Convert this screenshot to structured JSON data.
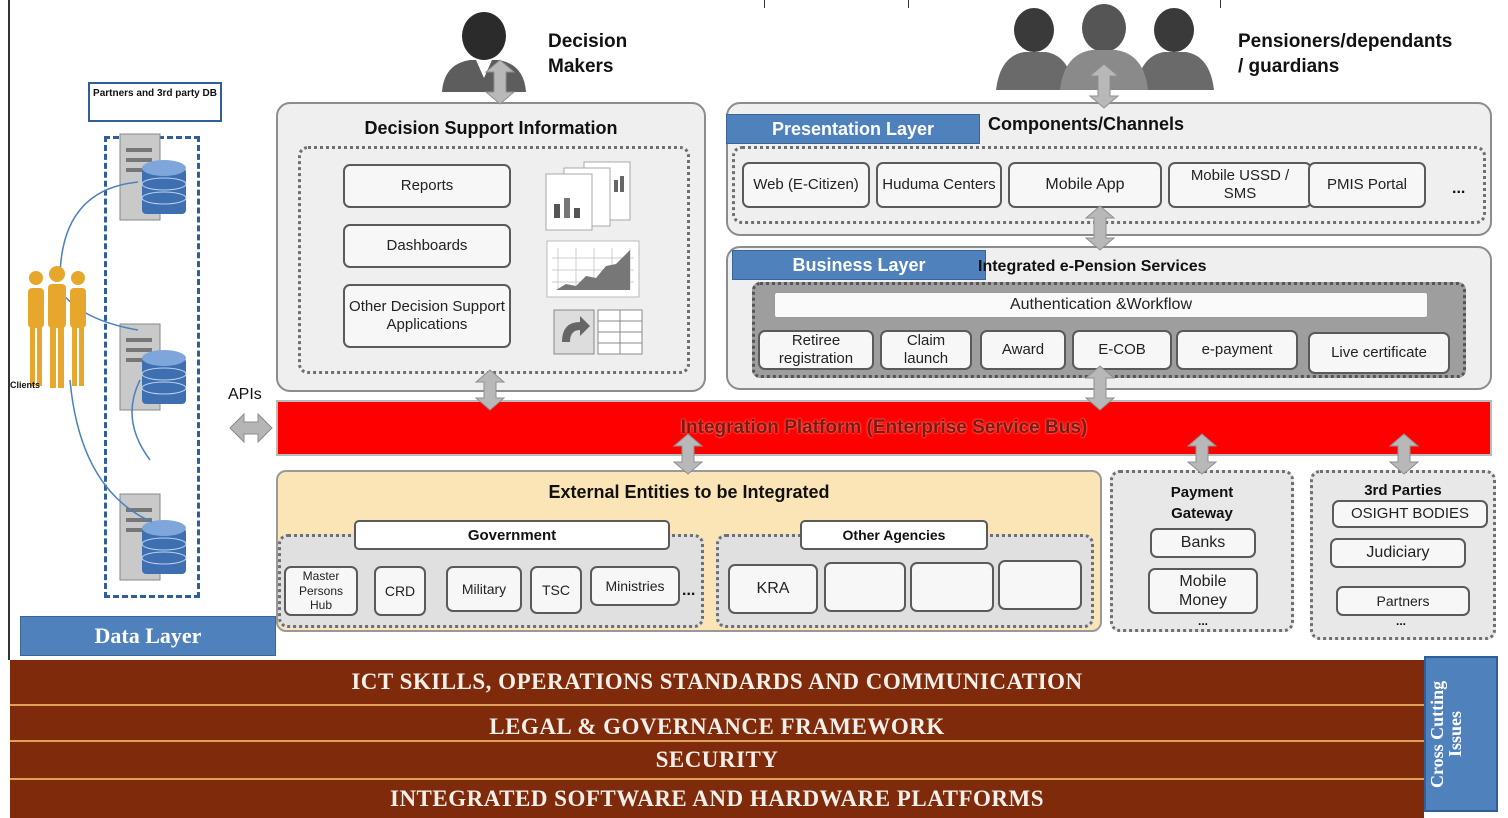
{
  "top": {
    "decision_makers": "Decision\nMakers",
    "pensioners": "Pensioners/dependants\n/ guardians"
  },
  "data_layer": {
    "db_label": "Partners and 3rd party DB",
    "clients_label": "Clients",
    "title": "Data Layer",
    "apis": "APIs"
  },
  "decision_support": {
    "title": "Decision Support Information",
    "items": [
      "Reports",
      "Dashboards",
      "Other Decision Support Applications"
    ]
  },
  "presentation": {
    "layer_label": "Presentation  Layer",
    "title": "Components/Channels",
    "channels": [
      "Web (E-Citizen)",
      "Huduma Centers",
      "Mobile App",
      "Mobile USSD / SMS",
      "PMIS Portal",
      "..."
    ]
  },
  "business": {
    "layer_label": "Business Layer",
    "title": "Integrated e-Pension Services",
    "auth": "Authentication  &Workflow",
    "services": [
      "Retiree registration",
      "Claim launch",
      "Award",
      "E-COB",
      "e-payment",
      "Live certificate"
    ]
  },
  "integration": {
    "title": "Integration Platform (Enterprise Service Bus)"
  },
  "external": {
    "title": "External Entities to be Integrated",
    "government_label": "Government",
    "government_items": [
      "Master Persons Hub",
      "CRD",
      "Military",
      "TSC",
      "Ministries",
      "..."
    ],
    "agencies_label": "Other Agencies",
    "agencies_items": [
      "KRA",
      "",
      "",
      ""
    ]
  },
  "payment": {
    "title": "Payment Gateway",
    "items": [
      "Banks",
      "Mobile Money",
      "..."
    ]
  },
  "third_parties": {
    "title": "3rd Parties",
    "items": [
      "OSIGHT BODIES",
      "Judiciary",
      "Partners",
      "..."
    ]
  },
  "bands": [
    "ICT  SKILLS, OPERATIONS STANDARDS AND COMMUNICATION",
    "LEGAL & GOVERNANCE FRAMEWORK",
    "SECURITY",
    "INTEGRATED SOFTWARE AND HARDWARE PLATFORMS"
  ],
  "cross_cutting": "Cross Cutting Issues",
  "colors": {
    "bus": "#ff0000",
    "band": "#7f2a0a",
    "layer_blue": "#4f81bd",
    "external_bg": "#fbe5b6"
  }
}
